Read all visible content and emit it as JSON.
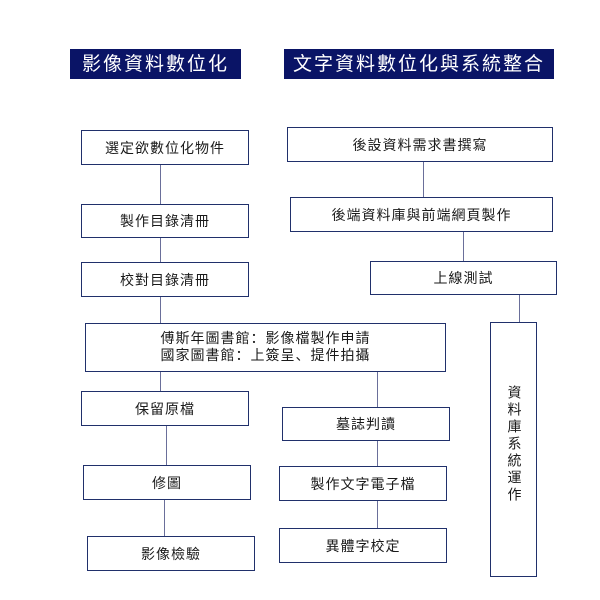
{
  "headers": {
    "image": "影像資料數位化",
    "text": "文字資料數位化與系統整合"
  },
  "left": {
    "select": "選定欲數位化物件",
    "make_list": "製作目錄清冊",
    "check_list": "校對目錄清冊",
    "preserve": "保留原檔",
    "retouch": "修圖",
    "inspect": "影像檢驗"
  },
  "shared": {
    "line1": "傅斯年圖書館：影像檔製作申請",
    "line2": "國家圖書館：上簽呈、提件拍攝"
  },
  "middle": {
    "interpret": "墓誌判讀",
    "make_text": "製作文字電子檔",
    "variant": "異體字校定"
  },
  "right": {
    "requirements": "後設資料需求書撰寫",
    "build": "後端資料庫與前端網頁製作",
    "online": "上線測試",
    "operation": "資料庫系統運作"
  }
}
